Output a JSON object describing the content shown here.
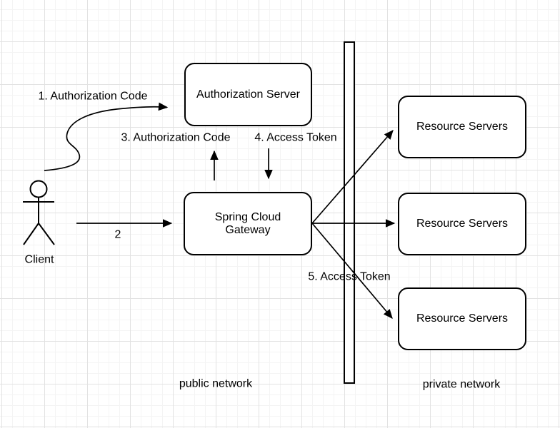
{
  "colors": {
    "stroke": "#000000",
    "node_fill": "#ffffff",
    "grid_minor": "#f4f4f4",
    "grid_major": "#e2e2e2",
    "text": "#000000"
  },
  "nodes": {
    "client": {
      "label": "Client",
      "icon": "actor-icon"
    },
    "authorization_server": {
      "label": "Authorization Server"
    },
    "spring_cloud_gateway": {
      "label": "Spring Cloud Gateway"
    },
    "resource_server_1": {
      "label": "Resource Servers"
    },
    "resource_server_2": {
      "label": "Resource Servers"
    },
    "resource_server_3": {
      "label": "Resource Servers"
    }
  },
  "edges": {
    "step1": {
      "label": "1. Authorization Code"
    },
    "step2": {
      "label": "2"
    },
    "step3": {
      "label": "3. Authorization Code"
    },
    "step4": {
      "label": "4. Access Token"
    },
    "step5": {
      "label": "5. Access Token"
    }
  },
  "zones": {
    "public": {
      "label": "public network"
    },
    "private": {
      "label": "private network"
    }
  }
}
